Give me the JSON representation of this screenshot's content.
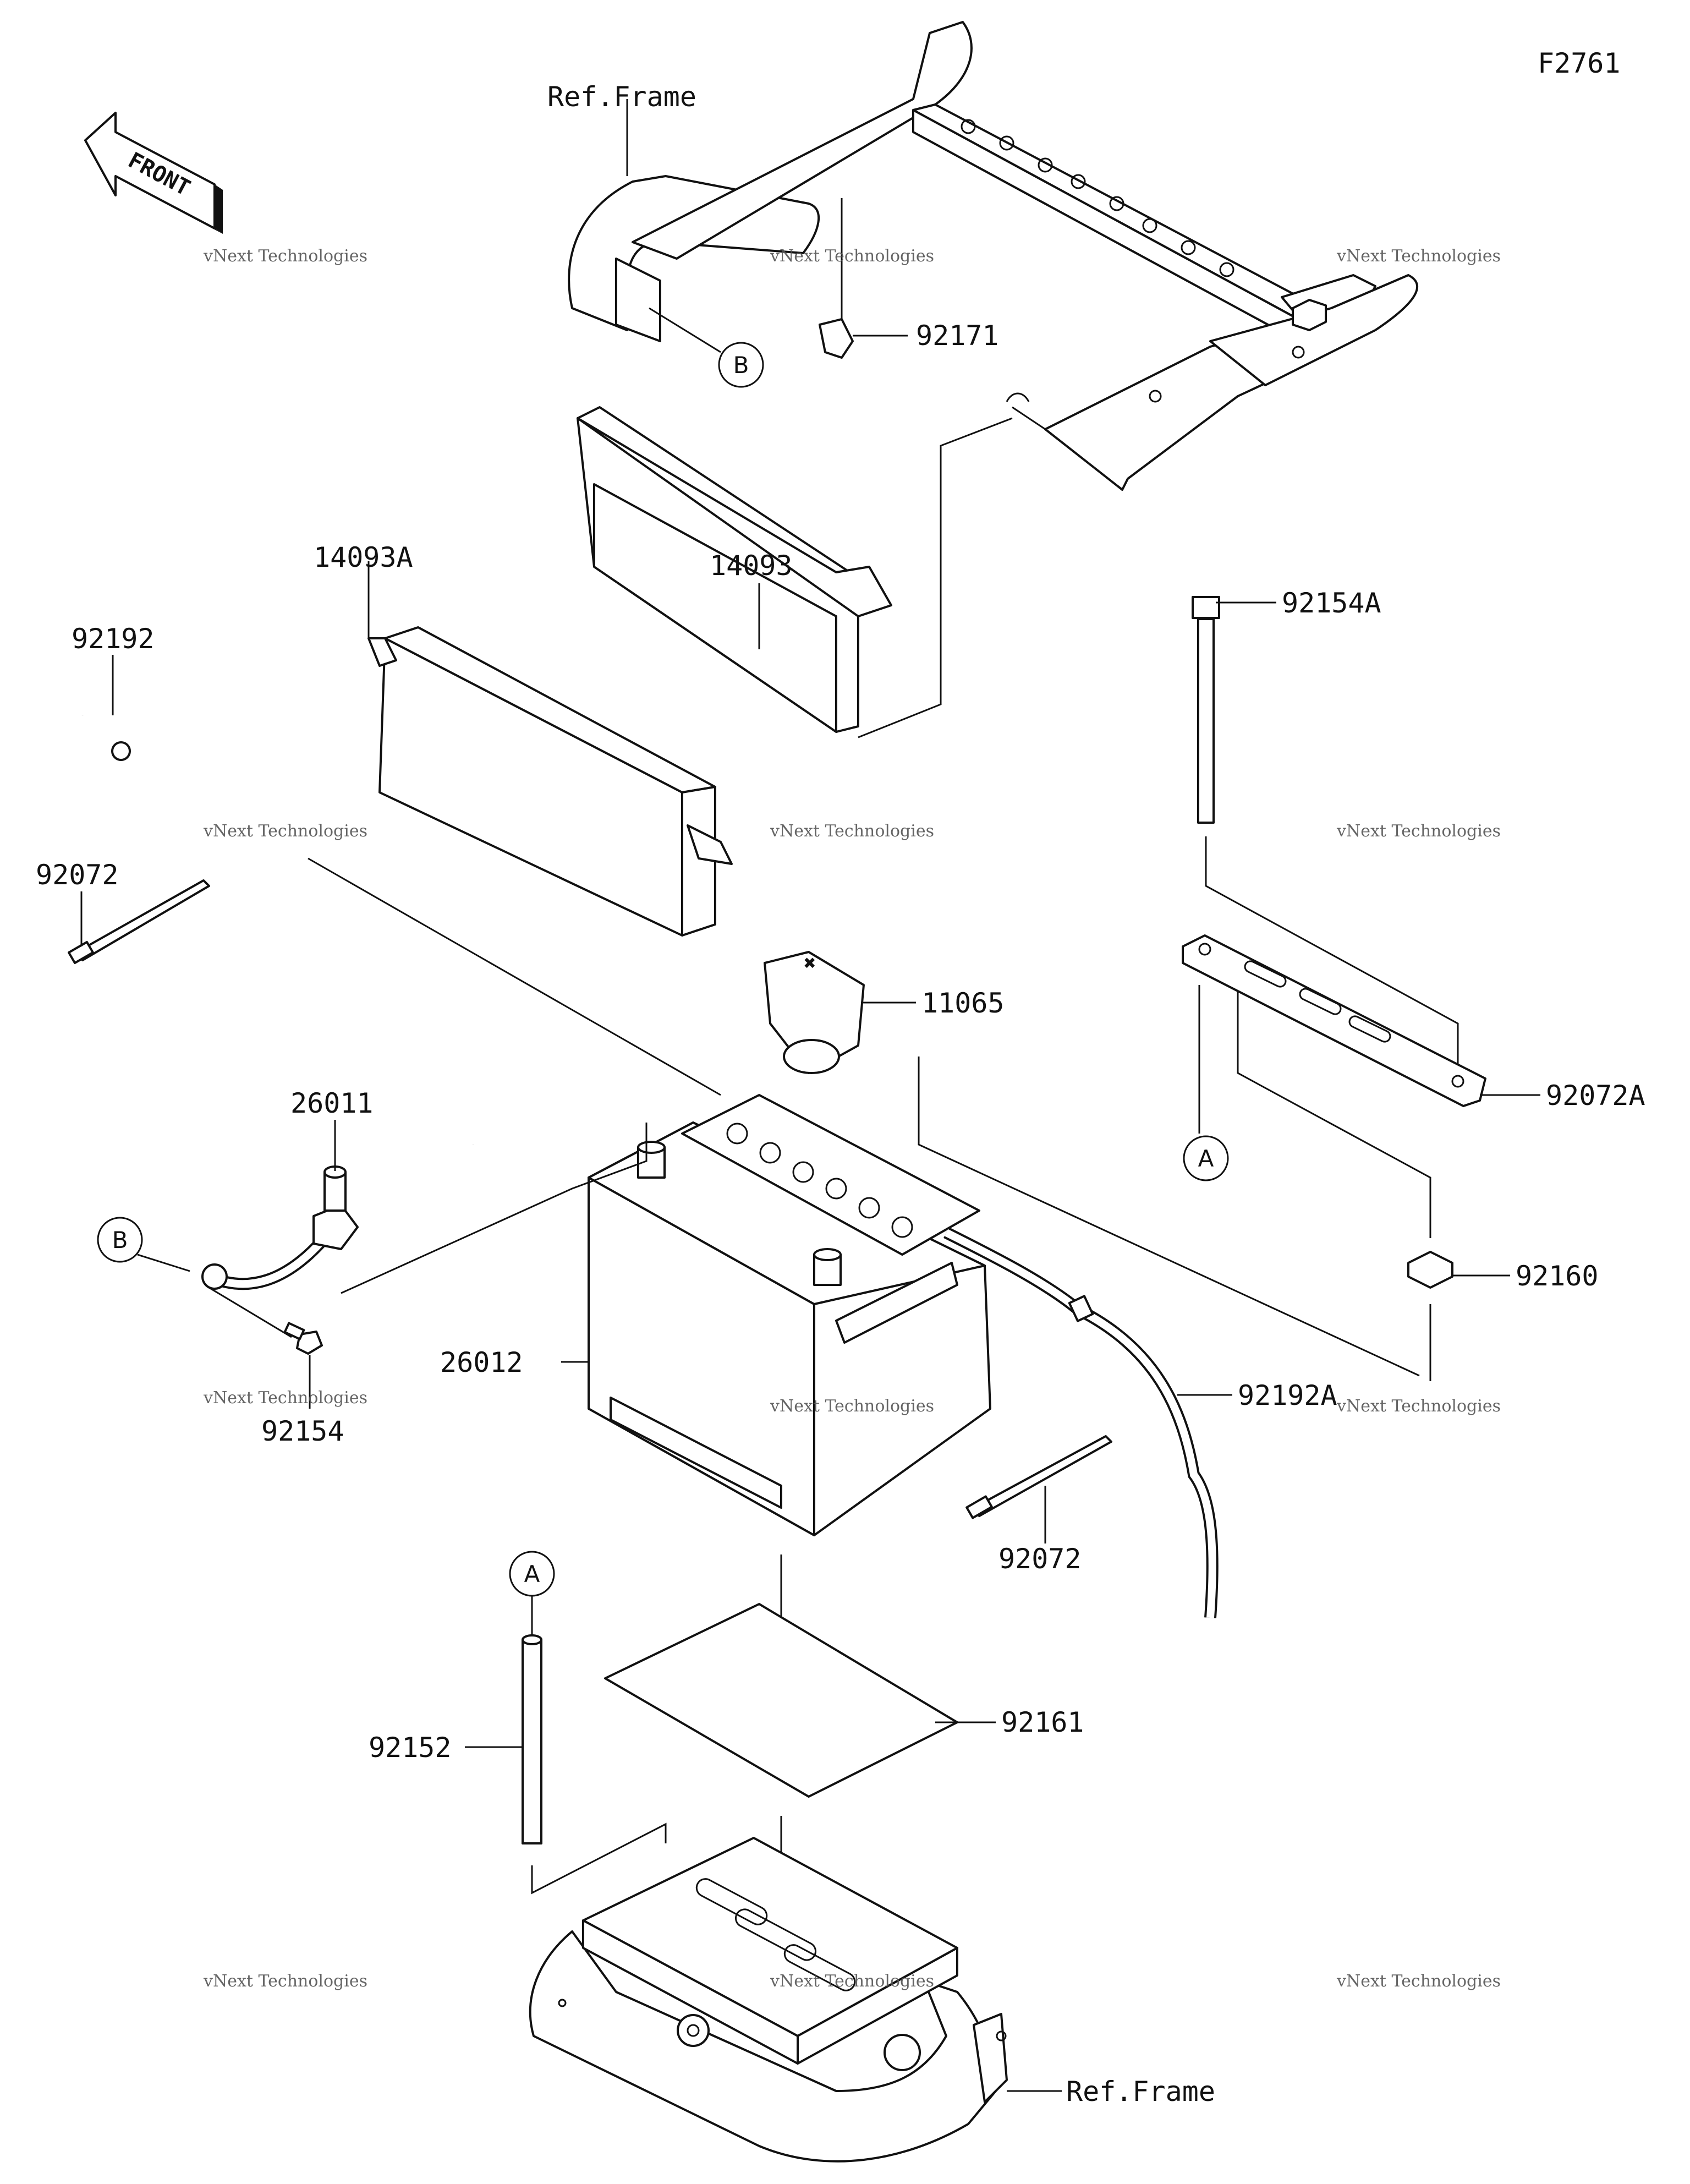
{
  "diagram_code": "F2761",
  "front_label": "FRONT",
  "ref_frame_label": "Ref.Frame",
  "watermark": {
    "line1": "vNext Technologies",
    "line2": "vNext\nTechnologies"
  },
  "callouts": {
    "A": "A",
    "B": "B"
  },
  "parts": {
    "p92171": "92171",
    "p14093A": "14093A",
    "p14093": "14093",
    "p92192": "92192",
    "p92154A": "92154A",
    "p92072_left": "92072",
    "p11065": "11065",
    "p92072A": "92072A",
    "p26011": "26011",
    "p92160": "92160",
    "p26012": "26012",
    "p92192A": "92192A",
    "p92154": "92154",
    "p92072_right": "92072",
    "p92161": "92161",
    "p92152": "92152"
  }
}
